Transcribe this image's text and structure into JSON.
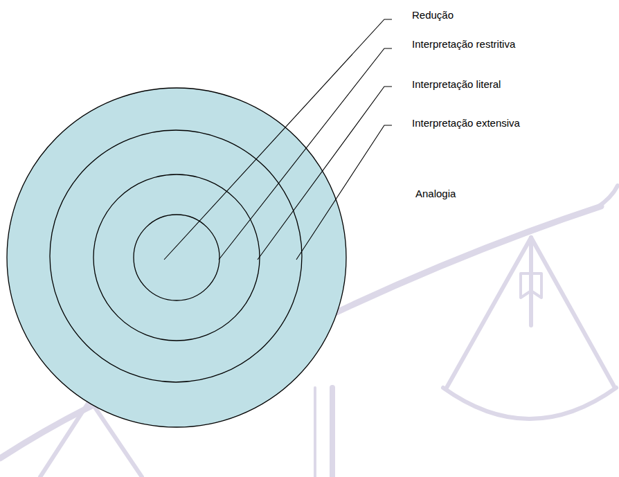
{
  "diagram": {
    "labels": [
      "Redução",
      "Interpretação restritiva",
      "Interpretação literal",
      "Interpretação extensiva",
      "Analogia"
    ]
  }
}
